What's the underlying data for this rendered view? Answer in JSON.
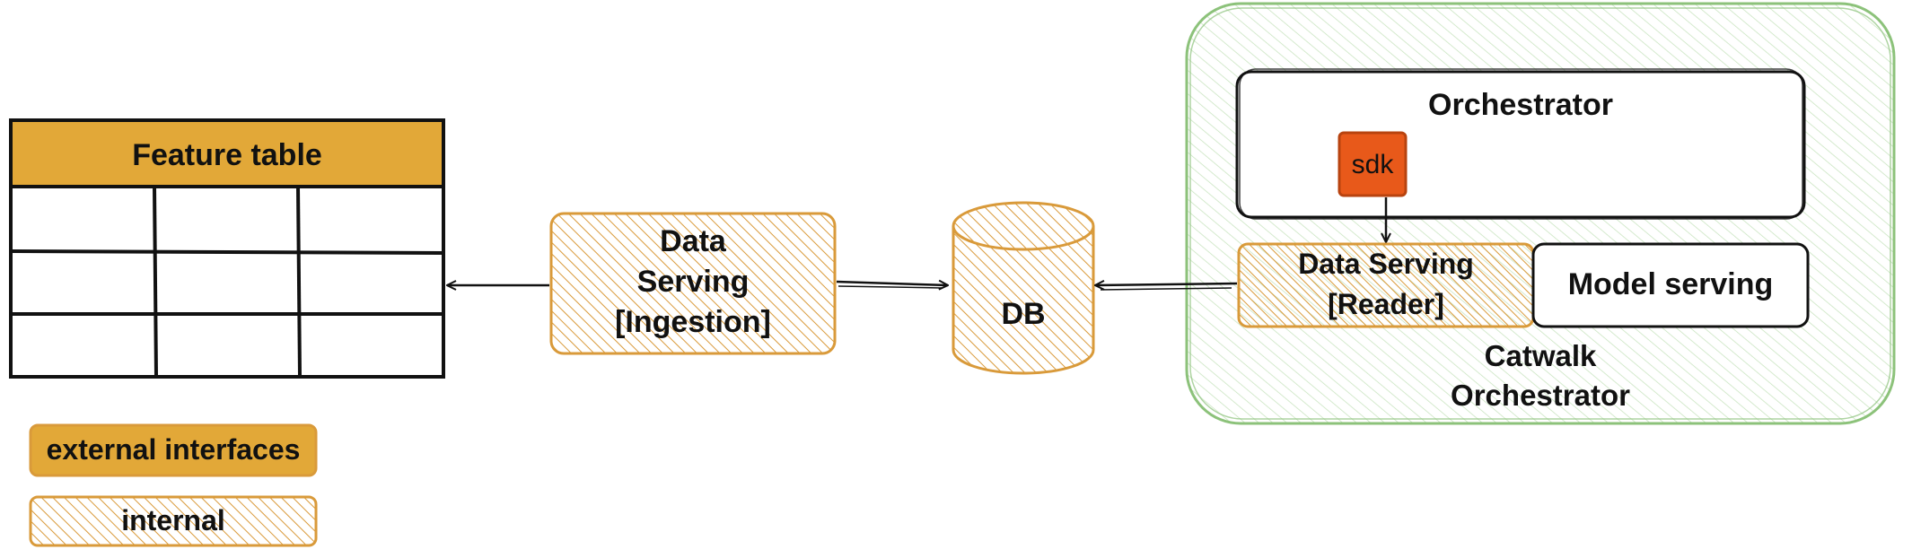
{
  "colors": {
    "external_fill": "#E2A838",
    "internal_stroke": "#D99A3A",
    "group_stroke": "#8CC27A",
    "group_hatch": "#B9DCAE",
    "sdk_fill": "#E8591A",
    "outline": "#111111"
  },
  "feature_table": {
    "title": "Feature table",
    "rows": 3,
    "cols": 3
  },
  "nodes": {
    "ingestion": {
      "line1": "Data",
      "line2": "Serving",
      "line3": "[Ingestion]"
    },
    "db": {
      "label": "DB"
    },
    "group": {
      "line1": "Catwalk",
      "line2": "Orchestrator"
    },
    "orchestrator": {
      "label": "Orchestrator"
    },
    "sdk": {
      "label": "sdk"
    },
    "reader": {
      "line1": "Data Serving",
      "line2": "[Reader]"
    },
    "model_serving": {
      "label": "Model serving"
    }
  },
  "legend": {
    "external": "external interfaces",
    "internal": "internal"
  }
}
